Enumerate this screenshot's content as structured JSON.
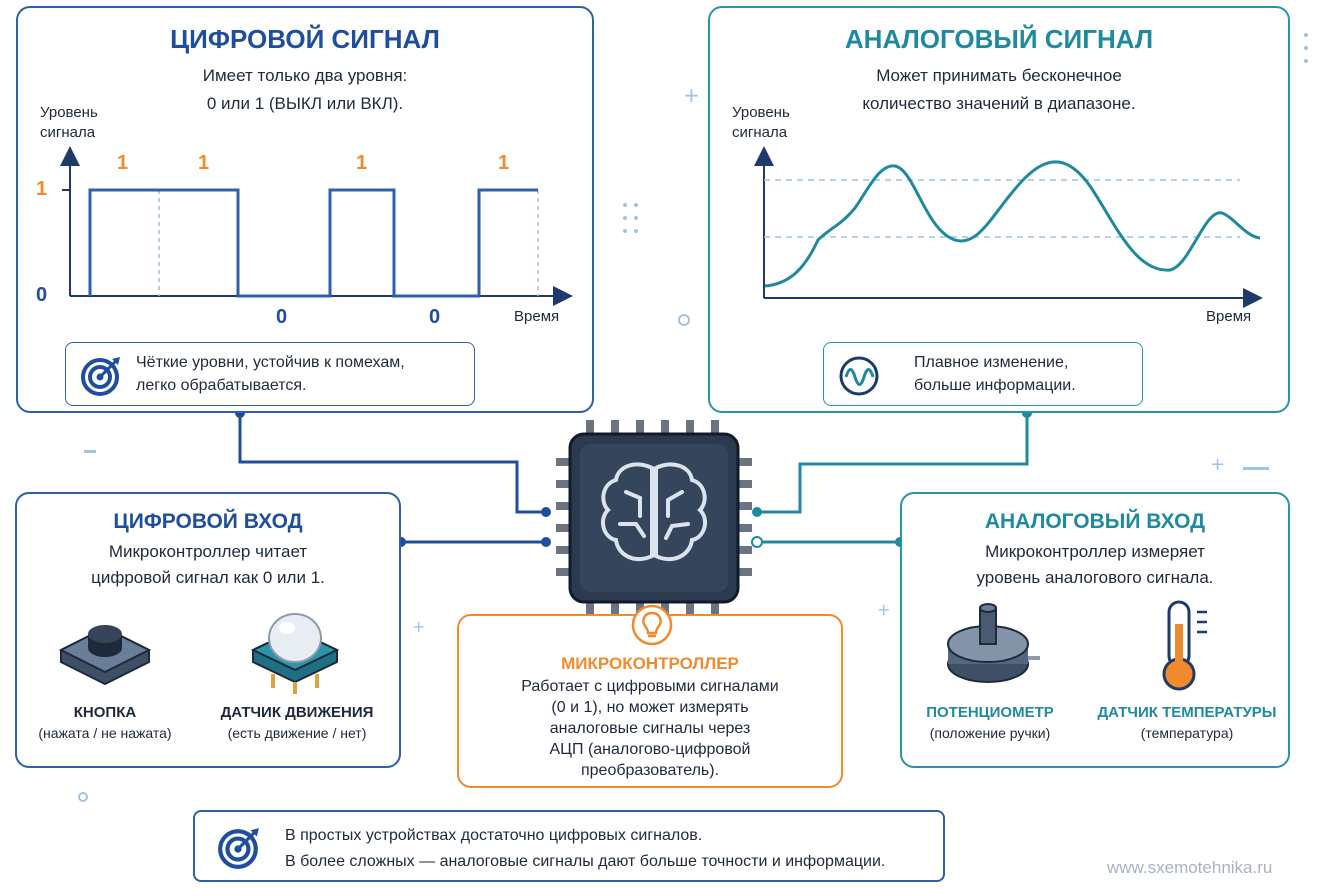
{
  "colors": {
    "blue": "#1f4f9c",
    "teal": "#1f8a9e",
    "orange": "#f08a2c",
    "dark": "#1e2a3a"
  },
  "digital_signal": {
    "title": "ЦИФРОВОЙ СИГНАЛ",
    "desc_line1": "Имеет только два уровня:",
    "desc_line2": "0 или 1 (ВЫКЛ или ВКЛ).",
    "y_label_line1": "Уровень",
    "y_label_line2": "сигнала",
    "y_tick_high": "1",
    "y_tick_low": "0",
    "high_labels": [
      "1",
      "1",
      "1",
      "1"
    ],
    "low_labels": [
      "0",
      "0"
    ],
    "x_label": "Время",
    "note_line1": "Чёткие уровни, устойчив к помехам,",
    "note_line2": "легко обрабатывается.",
    "note_icon": "target-icon"
  },
  "analog_signal": {
    "title": "АНАЛОГОВЫЙ СИГНАЛ",
    "desc_line1": "Может принимать бесконечное",
    "desc_line2": "количество значений в диапазоне.",
    "y_label_line1": "Уровень",
    "y_label_line2": "сигнала",
    "x_label": "Время",
    "note_line1": "Плавное изменение,",
    "note_line2": "больше информации.",
    "note_icon": "wave-icon"
  },
  "digital_input": {
    "title": "ЦИФРОВОЙ ВХОД",
    "desc_line1": "Микроконтроллер читает",
    "desc_line2": "цифровой сигнал как 0 или 1.",
    "items": [
      {
        "name": "КНОПКА",
        "sub": "(нажата / не нажата)",
        "icon": "push-button-icon"
      },
      {
        "name": "ДАТЧИК ДВИЖЕНИЯ",
        "sub": "(есть движение / нет)",
        "icon": "motion-sensor-icon"
      }
    ]
  },
  "analog_input": {
    "title": "АНАЛОГОВЫЙ ВХОД",
    "desc_line1": "Микроконтроллер измеряет",
    "desc_line2": "уровень аналогового сигнала.",
    "items": [
      {
        "name": "ПОТЕНЦИОМЕТР",
        "sub": "(положение ручки)",
        "icon": "potentiometer-icon"
      },
      {
        "name": "ДАТЧИК ТЕМПЕРАТУРЫ",
        "sub": "(температура)",
        "icon": "thermometer-icon"
      }
    ]
  },
  "microcontroller": {
    "title": "МИКРОКОНТРОЛЛЕР",
    "lines": [
      "Работает с цифровыми сигналами",
      "(0 и 1), но может измерять",
      "аналоговые сигналы через",
      "АЦП (аналогово-цифровой",
      "преобразователь)."
    ],
    "chip_icon": "brain-chip-icon",
    "bulb_icon": "lightbulb-icon"
  },
  "summary": {
    "line1": "В простых устройствах достаточно цифровых сигналов.",
    "line2": "В более сложных — аналоговые сигналы дают больше точности и информации.",
    "icon": "target-icon"
  },
  "watermark": "www.sxemotehnika.ru"
}
